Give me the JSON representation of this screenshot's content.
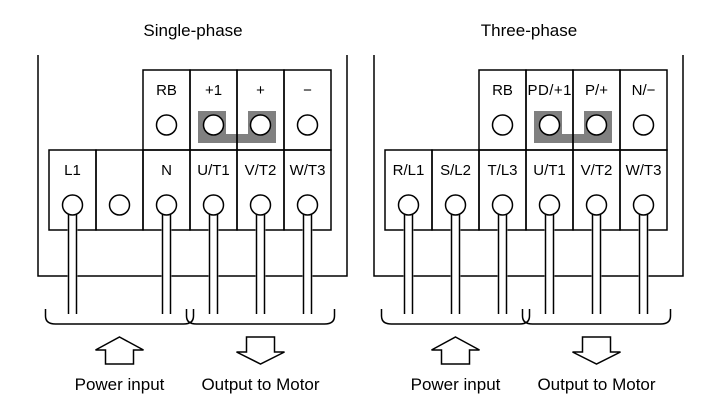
{
  "panels": [
    {
      "title": "Single-phase",
      "top_terminals": [
        "RB",
        "+1",
        "+",
        "−"
      ],
      "bottom_terminals": [
        "L1",
        "",
        "N",
        "U/T1",
        "V/T2",
        "W/T3"
      ],
      "wired_bottom": [
        true,
        false,
        true,
        true,
        true,
        true
      ],
      "jumper": [
        1,
        2
      ],
      "groups": [
        {
          "label": "Power input",
          "arrow": "up",
          "from": 0,
          "to": 2
        },
        {
          "label": "Output to Motor",
          "arrow": "down",
          "from": 3,
          "to": 5
        }
      ]
    },
    {
      "title": "Three-phase",
      "top_terminals": [
        "RB",
        "PD/+1",
        "P/+",
        "N/−"
      ],
      "bottom_terminals": [
        "R/L1",
        "S/L2",
        "T/L3",
        "U/T1",
        "V/T2",
        "W/T3"
      ],
      "wired_bottom": [
        true,
        true,
        true,
        true,
        true,
        true
      ],
      "jumper": [
        1,
        2
      ],
      "groups": [
        {
          "label": "Power input",
          "arrow": "up",
          "from": 0,
          "to": 2
        },
        {
          "label": "Output to Motor",
          "arrow": "down",
          "from": 3,
          "to": 5
        }
      ]
    }
  ],
  "colors": {
    "jumper": "#808080",
    "line": "#000000"
  }
}
